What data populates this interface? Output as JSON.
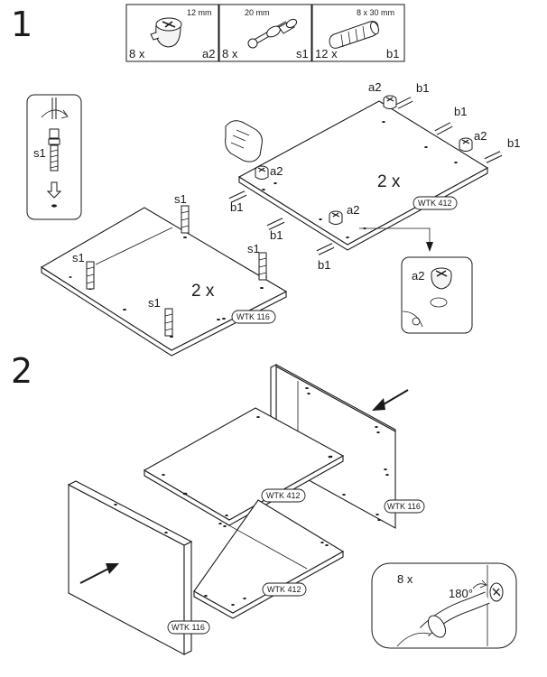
{
  "steps": {
    "step1": "1",
    "step2": "2"
  },
  "hardware": [
    {
      "dimension": "12 mm",
      "quantity": "8 x",
      "code": "a2"
    },
    {
      "dimension": "20 mm",
      "quantity": "8 x",
      "code": "s1"
    },
    {
      "dimension": "8 x 30 mm",
      "quantity": "12 x",
      "code": "b1"
    }
  ],
  "labels": {
    "a2": "a2",
    "b1": "b1",
    "s1": "s1",
    "two_x": "2 x",
    "eight_x": "8 x",
    "angle": "180°"
  },
  "panel_tags": {
    "wtk412": "WTK 412",
    "wtk116": "WTK 116"
  }
}
